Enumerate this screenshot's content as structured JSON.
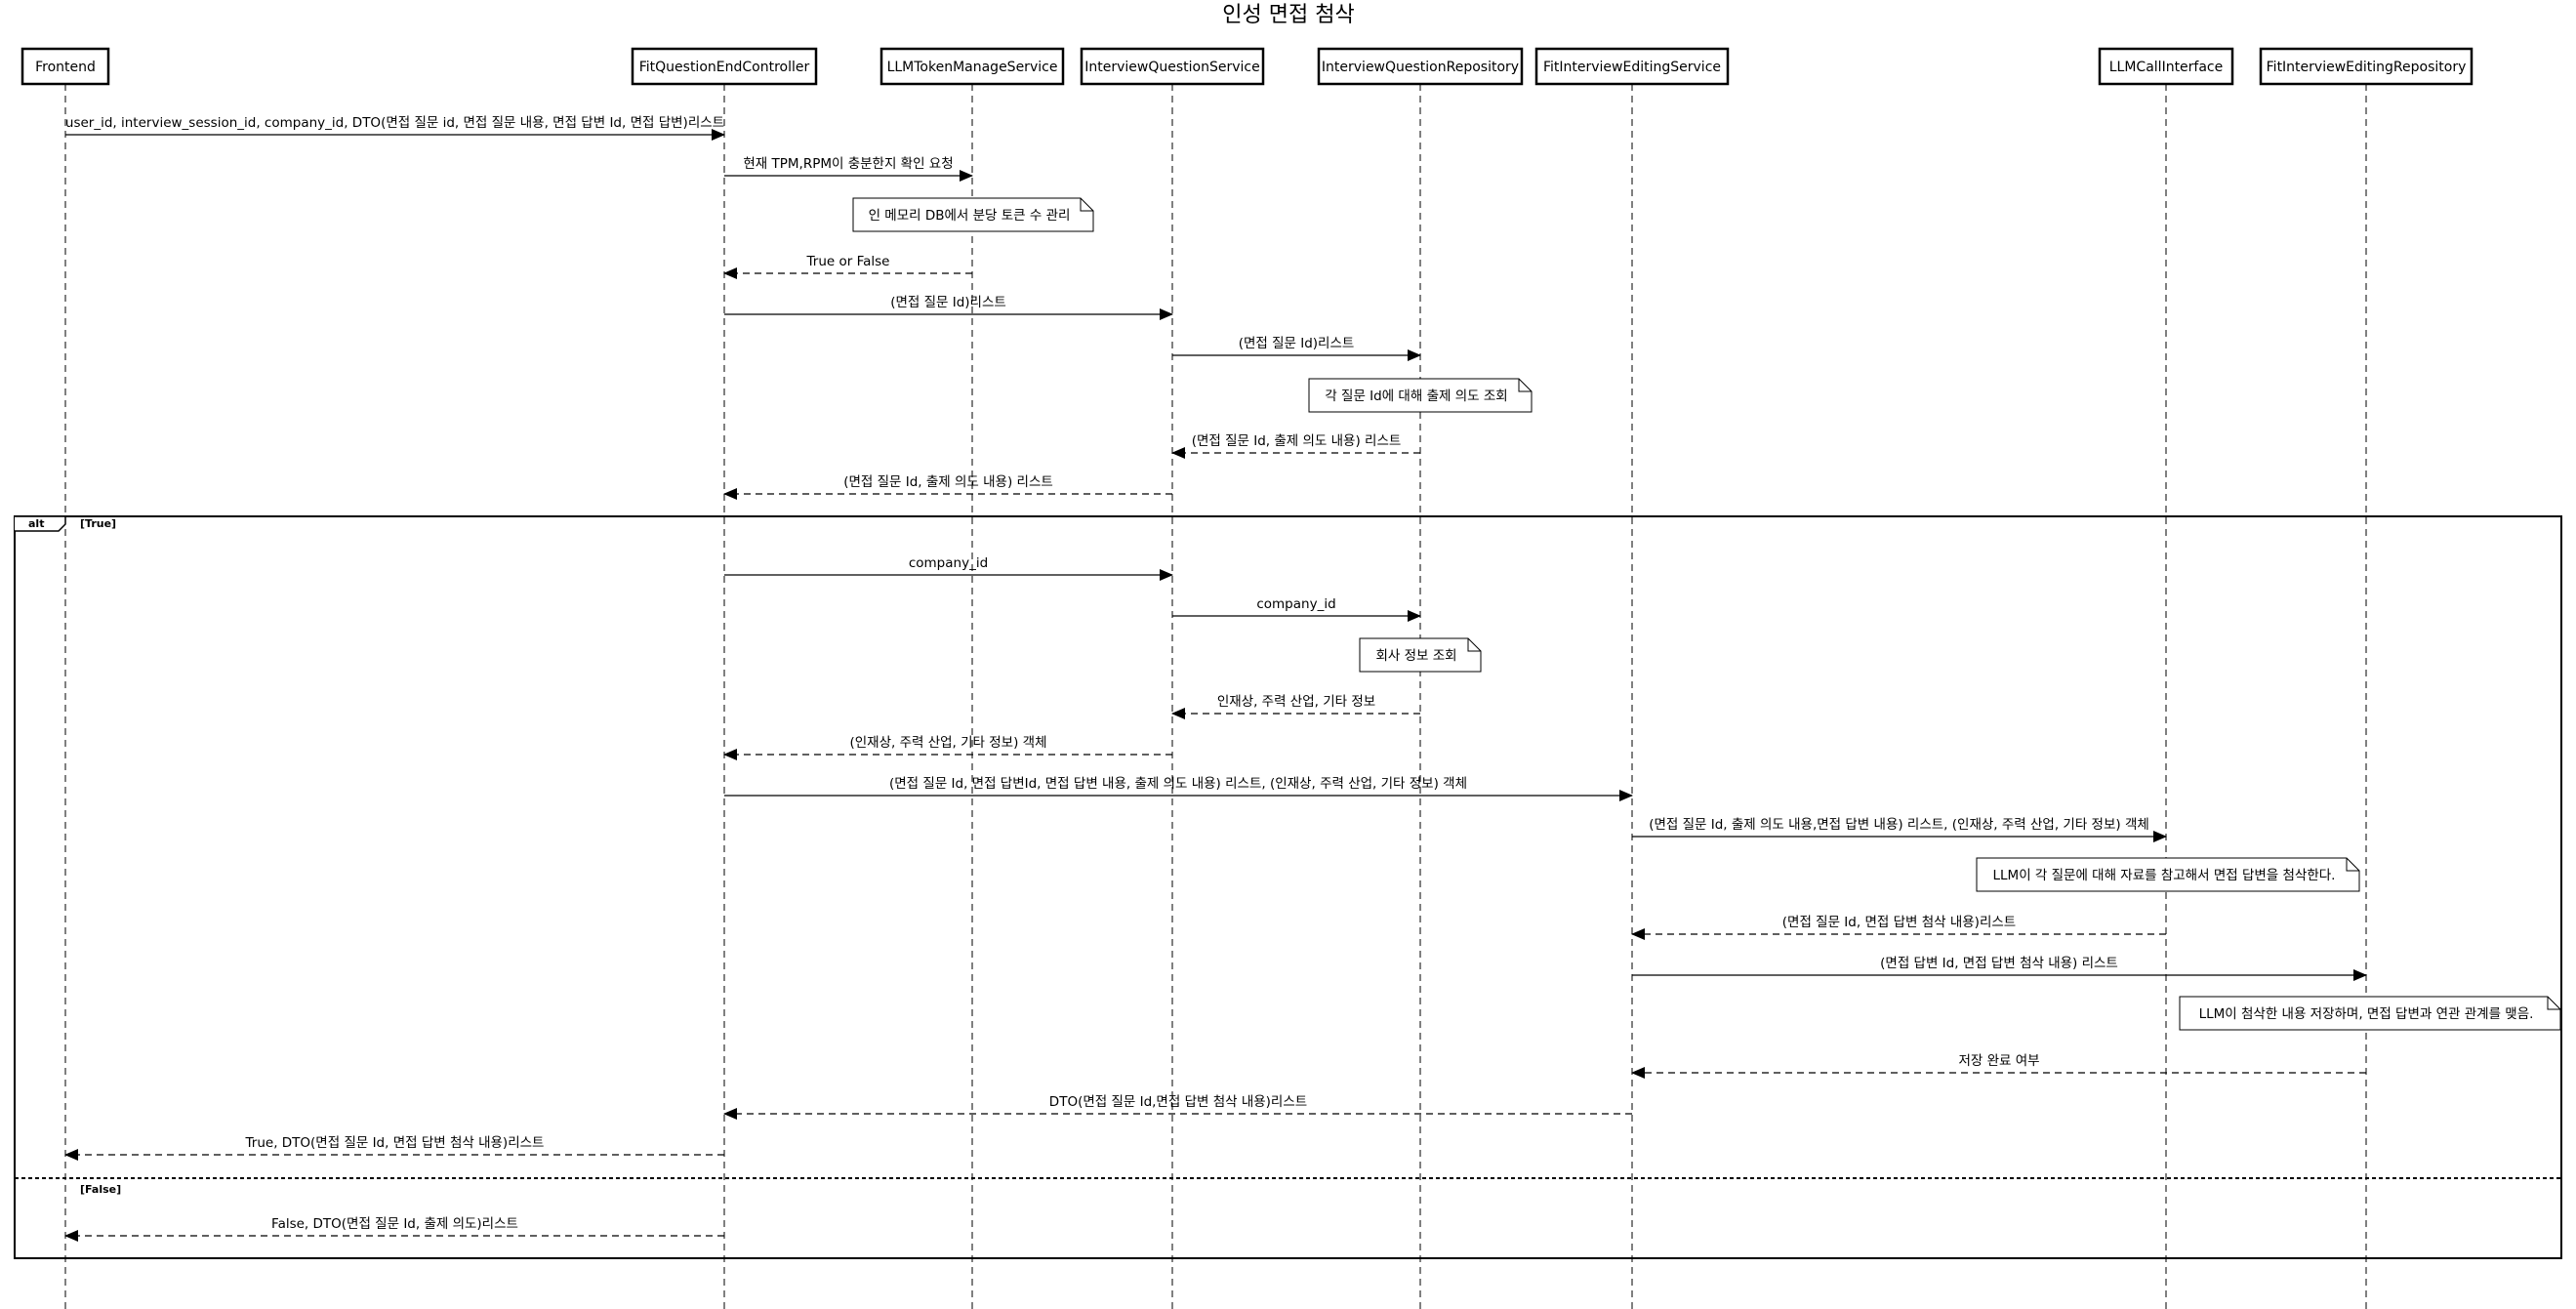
{
  "title": "인성 면접 첨삭",
  "participants": [
    "Frontend",
    "FitQuestionEndController",
    "LLMTokenManageService",
    "InterviewQuestionService",
    "InterviewQuestionRepository",
    "FitInterviewEditingService",
    "LLMCallInterface",
    "FitInterviewEditingRepository"
  ],
  "messages": [
    {
      "from": 0,
      "to": 1,
      "style": "solid",
      "label": "user_id, interview_session_id, company_id, DTO(면접 질문 id, 면접 질문 내용, 면접 답변 Id, 면접 답변)리스트"
    },
    {
      "from": 1,
      "to": 2,
      "style": "solid",
      "label": "현재 TPM,RPM이 충분한지 확인 요청"
    },
    {
      "from": 2,
      "to": 1,
      "style": "dashed",
      "label": "True or False"
    },
    {
      "from": 1,
      "to": 3,
      "style": "solid",
      "label": "(면접 질문 Id)리스트"
    },
    {
      "from": 3,
      "to": 4,
      "style": "solid",
      "label": "(면접 질문 Id)리스트"
    },
    {
      "from": 4,
      "to": 3,
      "style": "dashed",
      "label": "(면접 질문 Id, 출제 의도 내용) 리스트"
    },
    {
      "from": 3,
      "to": 1,
      "style": "dashed",
      "label": "(면접 질문 Id, 출제 의도 내용) 리스트"
    },
    {
      "from": 1,
      "to": 3,
      "style": "solid",
      "label": "company_id"
    },
    {
      "from": 3,
      "to": 4,
      "style": "solid",
      "label": "company_id"
    },
    {
      "from": 4,
      "to": 3,
      "style": "dashed",
      "label": "인재상, 주력 산업, 기타 정보"
    },
    {
      "from": 3,
      "to": 1,
      "style": "dashed",
      "label": "(인재상, 주력 산업, 기타 정보) 객체"
    },
    {
      "from": 1,
      "to": 5,
      "style": "solid",
      "label": "(면접 질문 Id, 면접 답변Id, 면접 답변 내용, 출제 의도 내용) 리스트, (인재상, 주력 산업, 기타 정보) 객체"
    },
    {
      "from": 5,
      "to": 6,
      "style": "solid",
      "label": "(면접 질문 Id, 출제 의도 내용,면접 답변 내용) 리스트, (인재상, 주력 산업, 기타 정보) 객체"
    },
    {
      "from": 6,
      "to": 5,
      "style": "dashed",
      "label": "(면접 질문 Id, 면접 답변 첨삭 내용)리스트"
    },
    {
      "from": 5,
      "to": 7,
      "style": "solid",
      "label": "(면접 답변 Id, 면접 답변 첨삭 내용) 리스트"
    },
    {
      "from": 7,
      "to": 5,
      "style": "dashed",
      "label": "저장 완료 여부"
    },
    {
      "from": 5,
      "to": 1,
      "style": "dashed",
      "label": "DTO(면접 질문 Id,면접 답변 첨삭 내용)리스트"
    },
    {
      "from": 1,
      "to": 0,
      "style": "dashed",
      "label": "True, DTO(면접 질문 Id, 면접 답변 첨삭 내용)리스트"
    },
    {
      "from": 1,
      "to": 0,
      "style": "dashed",
      "label": "False, DTO(면접 질문 Id, 출제 의도)리스트"
    }
  ],
  "notes": [
    "인 메모리 DB에서 분당 토큰 수 관리",
    "각 질문 Id에 대해 출제 의도 조회",
    "회사 정보 조회",
    "LLM이 각 질문에 대해 자료를 참고해서 면접 답변을 첨삭한다.",
    "LLM이 첨삭한 내용 저장하며, 면접 답변과 연관 관계를 맺음."
  ],
  "fragment": {
    "operator": "alt",
    "guards": [
      "[True]",
      "[False]"
    ]
  }
}
